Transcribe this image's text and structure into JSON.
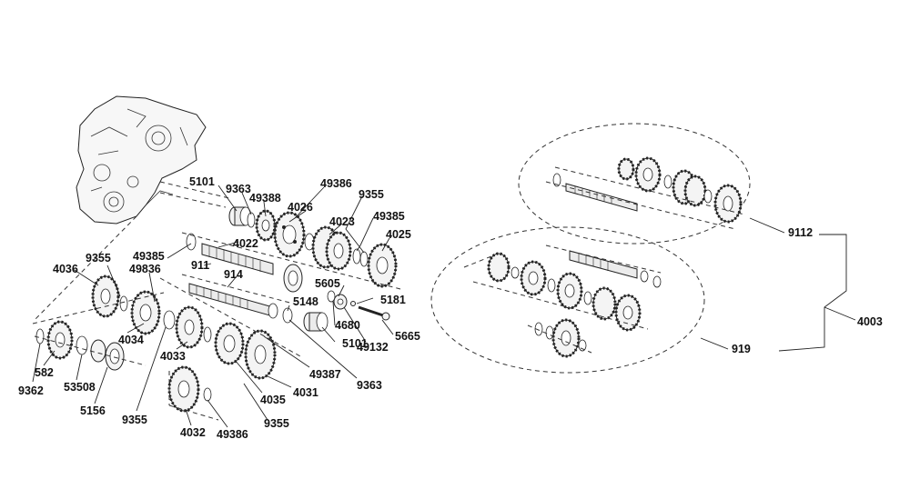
{
  "diagram": {
    "part_numbers": {
      "p5101_top": "5101",
      "p9363_top": "9363",
      "p49388": "49388",
      "p49386_top": "49386",
      "p9355_top": "9355",
      "p4026": "4026",
      "p49385_right": "49385",
      "p4023": "4023",
      "p4025": "4025",
      "p4022": "4022",
      "p49385_left": "49385",
      "p4036": "4036",
      "p9355_left": "9355",
      "p49836": "49836",
      "p911": "911",
      "p914": "914",
      "p5148": "5148",
      "p5605": "5605",
      "p5181": "5181",
      "p4680": "4680",
      "p5101_bottom": "5101",
      "p49132": "49132",
      "p5665": "5665",
      "p4034": "4034",
      "p4033": "4033",
      "p582": "582",
      "p9362": "9362",
      "p53508": "53508",
      "p5156": "5156",
      "p9355_mid": "9355",
      "p49387": "49387",
      "p9363_bottom": "9363",
      "p4035": "4035",
      "p4031": "4031",
      "p9355_bottom": "9355",
      "p4032": "4032",
      "p49386_bottom": "49386",
      "p9112": "9112",
      "p919": "919",
      "p4003": "4003"
    }
  }
}
